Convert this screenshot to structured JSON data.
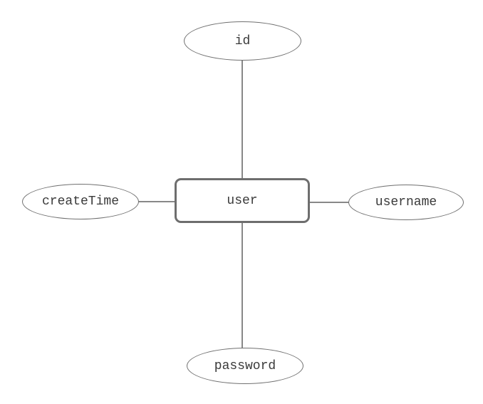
{
  "diagram": {
    "type": "entity-relationship",
    "entity": {
      "label": "user"
    },
    "attributes": [
      {
        "label": "id",
        "position": "top"
      },
      {
        "label": "username",
        "position": "right"
      },
      {
        "label": "password",
        "position": "bottom"
      },
      {
        "label": "createTime",
        "position": "left"
      }
    ],
    "connectors": [
      {
        "from": "user",
        "to": "id"
      },
      {
        "from": "user",
        "to": "username"
      },
      {
        "from": "user",
        "to": "password"
      },
      {
        "from": "user",
        "to": "createTime"
      }
    ],
    "colors": {
      "background": "#ffffff",
      "entity_border": "#6e6e6e",
      "ellipse_border": "#707070",
      "connector_line": "#888888",
      "text": "#3a3a3a"
    }
  }
}
